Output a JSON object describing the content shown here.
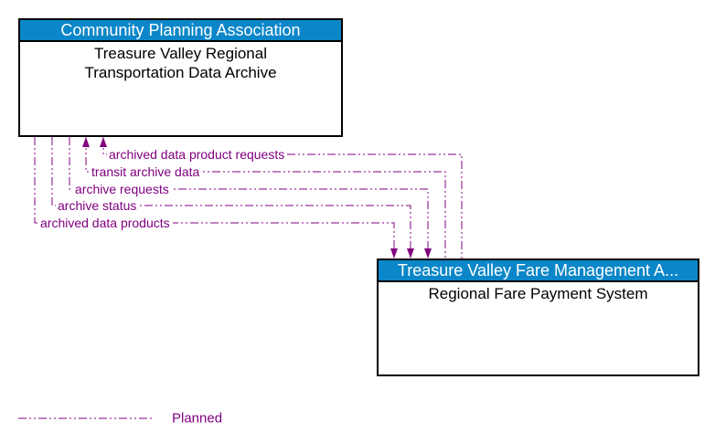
{
  "entities": [
    {
      "org": "Community Planning Association",
      "name": "Treasure Valley Regional\nTransportation Data Archive"
    },
    {
      "org": "Treasure Valley Fare Management A...",
      "name": "Regional Fare Payment System"
    }
  ],
  "flows": [
    {
      "label": "archived data product requests",
      "from": "Regional Fare Payment System",
      "to": "Treasure Valley Regional Transportation Data Archive",
      "status": "Planned"
    },
    {
      "label": "transit archive data",
      "from": "Regional Fare Payment System",
      "to": "Treasure Valley Regional Transportation Data Archive",
      "status": "Planned"
    },
    {
      "label": "archive requests",
      "from": "Treasure Valley Regional Transportation Data Archive",
      "to": "Regional Fare Payment System",
      "status": "Planned"
    },
    {
      "label": "archive status",
      "from": "Treasure Valley Regional Transportation Data Archive",
      "to": "Regional Fare Payment System",
      "status": "Planned"
    },
    {
      "label": "archived data products",
      "from": "Treasure Valley Regional Transportation Data Archive",
      "to": "Regional Fare Payment System",
      "status": "Planned"
    }
  ],
  "legend": {
    "label": "Planned",
    "line_style": "dash-dot"
  },
  "colors": {
    "header_bg": "#0b86c8",
    "header_text": "#ffffff",
    "flow": "#800080",
    "border": "#000000",
    "background": "#ffffff"
  }
}
